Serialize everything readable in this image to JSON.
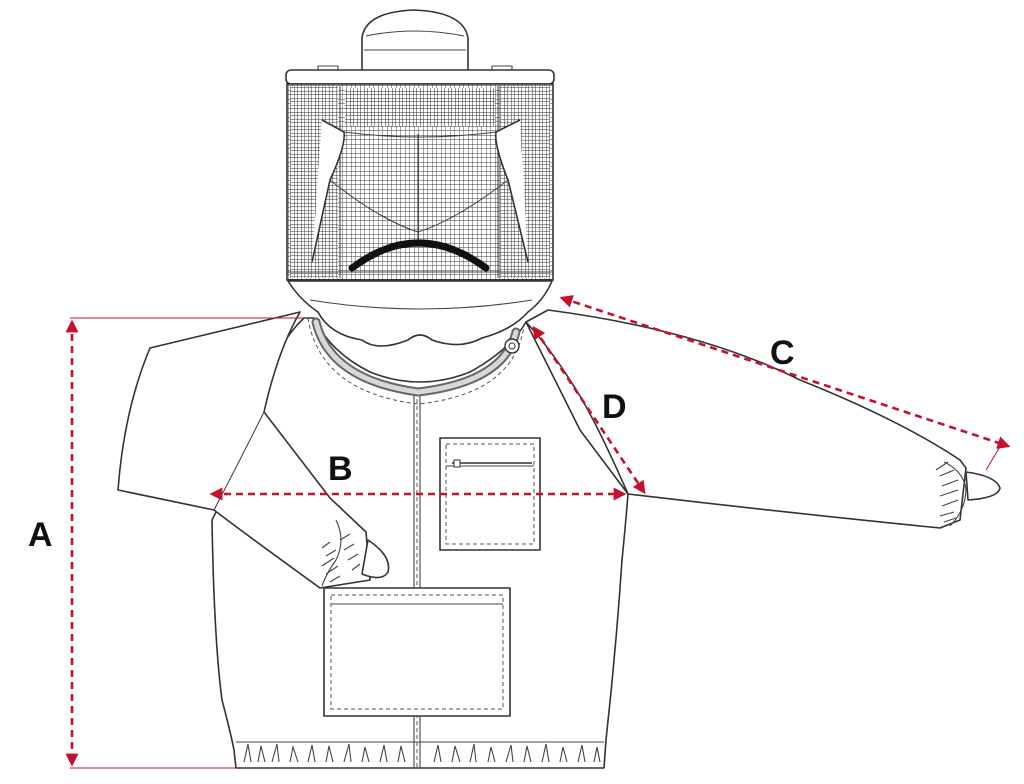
{
  "colors": {
    "dimension": "#c8102e",
    "outline": "#333333",
    "mesh": "#3a3a3a",
    "background": "#ffffff"
  },
  "dimension_labels": {
    "a": "A",
    "b": "B",
    "c": "C",
    "d": "D"
  }
}
